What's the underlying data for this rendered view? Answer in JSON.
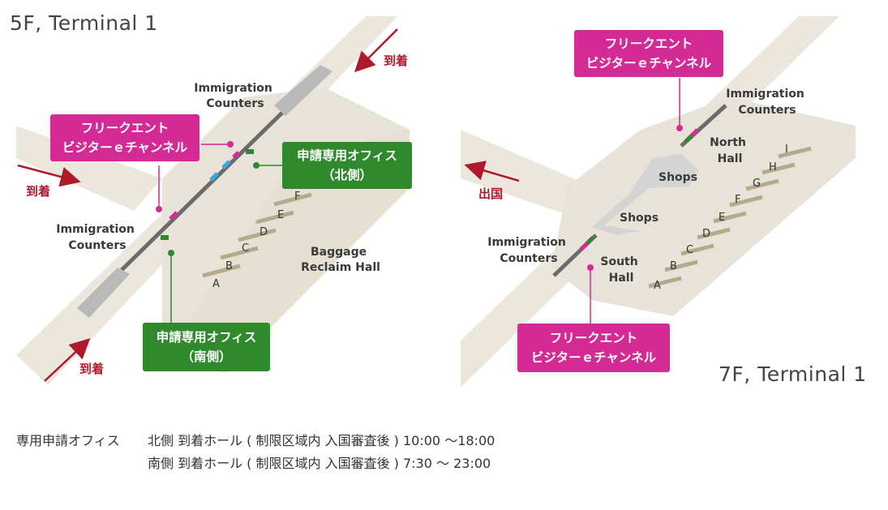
{
  "floors": {
    "f5": {
      "title": "5F, Terminal 1",
      "labels": {
        "immigration_top": "Immigration\nCounters",
        "immigration_left": "Immigration\nCounters",
        "baggage": "Baggage\nReclaim Hall"
      },
      "arrows": {
        "top_right": "到着",
        "left": "到着",
        "bottom": "到着"
      },
      "gates": [
        "A",
        "B",
        "C",
        "D",
        "E",
        "F"
      ],
      "callouts": {
        "freequent": "フリークエント\nビジターｅチャンネル",
        "office_north": "申請専用オフィス\n（北側）",
        "office_south": "申請専用オフィス\n（南側）"
      }
    },
    "f7": {
      "title": "7F, Terminal 1",
      "labels": {
        "immigration_top": "Immigration\nCounters",
        "immigration_left": "Immigration\nCounters",
        "north_hall": "North\nHall",
        "south_hall": "South\nHall",
        "shops_1": "Shops",
        "shops_2": "Shops"
      },
      "arrows": {
        "departure": "出国"
      },
      "gates": [
        "A",
        "B",
        "C",
        "D",
        "E",
        "F",
        "G",
        "H",
        "I"
      ],
      "callouts": {
        "freequent_top": "フリークエント\nビジターｅチャンネル",
        "freequent_bottom": "フリークエント\nビジターｅチャンネル"
      }
    }
  },
  "footer": {
    "heading": "専用申請オフィス",
    "north": "北側  到着ホール ( 制限区域内  入国審査後 )  10:00 ～18:00",
    "south": "南側  到着ホール ( 制限区域内  入国審査後 )  7:30 ～ 23:00"
  },
  "colors": {
    "floor": "#e8e3d8",
    "corridor": "#ece7dc",
    "shops": "#d4d4d4",
    "counter": "#6b6b6b",
    "gate_bar": "#b5a98e",
    "pink": "#d42a96",
    "green": "#2f8a2d",
    "arrow": "#b0182c"
  }
}
